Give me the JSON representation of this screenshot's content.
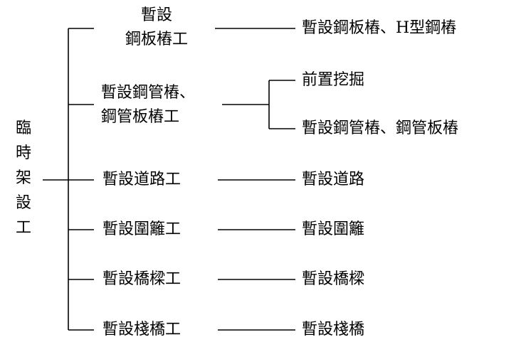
{
  "root": {
    "label": "臨時架設工"
  },
  "branches": [
    {
      "label": "暫設\n鋼板樁工",
      "leaves": [
        "暫設鋼板樁、H型鋼樁"
      ]
    },
    {
      "label": "暫設鋼管樁、\n鋼管板樁工",
      "leaves": [
        "前置挖掘",
        "暫設鋼管樁、鋼管板樁"
      ]
    },
    {
      "label": "暫設道路工",
      "leaves": [
        "暫設道路"
      ]
    },
    {
      "label": "暫設圍籬工",
      "leaves": [
        "暫設圍籬"
      ]
    },
    {
      "label": "暫設橋樑工",
      "leaves": [
        "暫設橋樑"
      ]
    },
    {
      "label": "暫設棧橋工",
      "leaves": [
        "暫設棧橋"
      ]
    }
  ]
}
